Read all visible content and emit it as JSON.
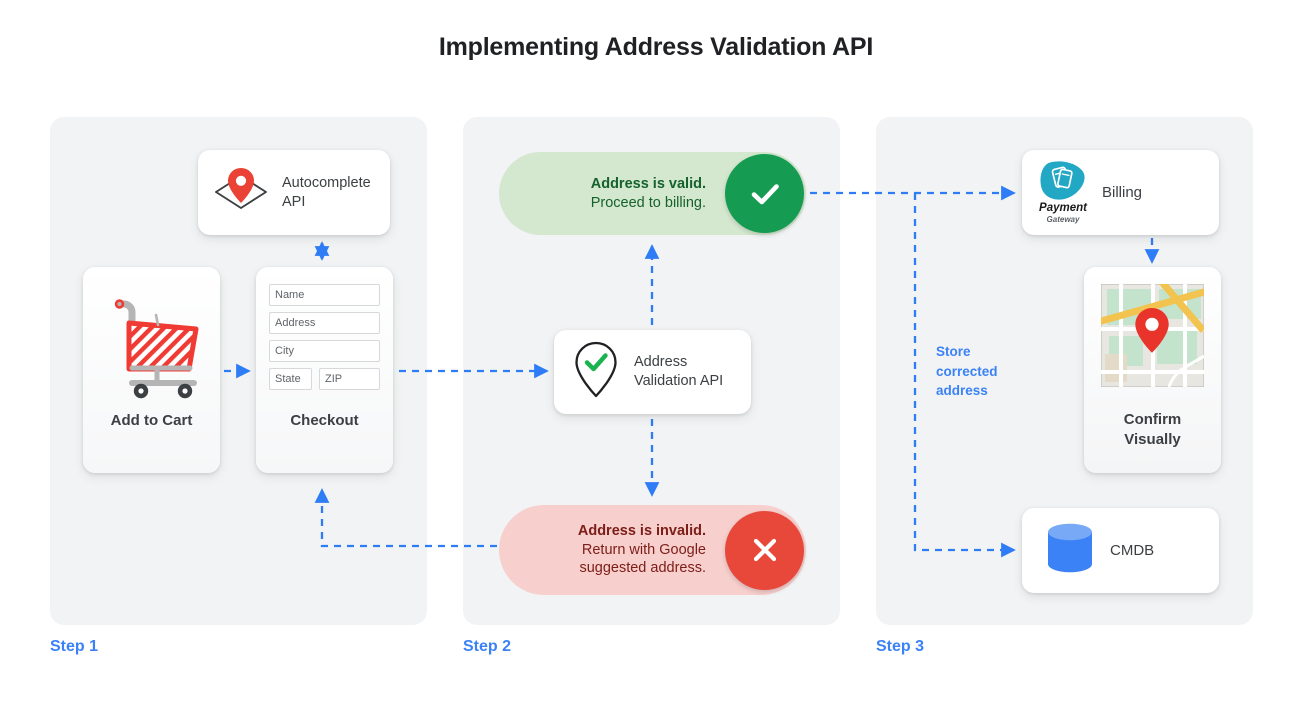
{
  "page": {
    "title": "Implementing Address Validation API",
    "accent_blue": "#3b82f6",
    "panel_bg": "#f1f3f4",
    "valid_green": "#169b53",
    "invalid_red": "#e8483a"
  },
  "steps": [
    {
      "label": "Step 1"
    },
    {
      "label": "Step 2"
    },
    {
      "label": "Step 3"
    }
  ],
  "step1": {
    "autocomplete": {
      "title": "Autocomplete",
      "title2": "API",
      "icon": "map-pin-icon"
    },
    "add_to_cart": {
      "caption": "Add to Cart",
      "icon": "shopping-cart-icon"
    },
    "checkout": {
      "caption": "Checkout",
      "fields": [
        {
          "name": "name",
          "placeholder": "Name"
        },
        {
          "name": "address",
          "placeholder": "Address"
        },
        {
          "name": "city",
          "placeholder": "City"
        },
        {
          "name": "state",
          "placeholder": "State"
        },
        {
          "name": "zip",
          "placeholder": "ZIP"
        }
      ]
    }
  },
  "step2": {
    "valid_pill": {
      "headline": "Address is valid.",
      "subline": "Proceed to billing.",
      "icon": "check-icon",
      "badge_color": "#169b53",
      "bg_color": "#d4e8cf"
    },
    "validation_card": {
      "title": "Address",
      "title2": "Validation API",
      "icon": "pin-check-icon"
    },
    "invalid_pill": {
      "headline": "Address is invalid.",
      "subline": "Return with Google",
      "subline2": "suggested address.",
      "icon": "close-x-icon",
      "badge_color": "#e8483a",
      "bg_color": "#f7cfcd"
    }
  },
  "step3": {
    "billing": {
      "label": "Billing",
      "logo_primary": "Payment",
      "logo_secondary": "Gateway",
      "icon": "payment-gateway-icon"
    },
    "confirm": {
      "caption": "Confirm",
      "caption2": "Visually",
      "icon": "map-thumbnail-icon"
    },
    "cmdb": {
      "label": "CMDB",
      "icon": "database-icon"
    },
    "store_note": {
      "line1": "Store",
      "line2": "corrected",
      "line3": "address"
    }
  }
}
